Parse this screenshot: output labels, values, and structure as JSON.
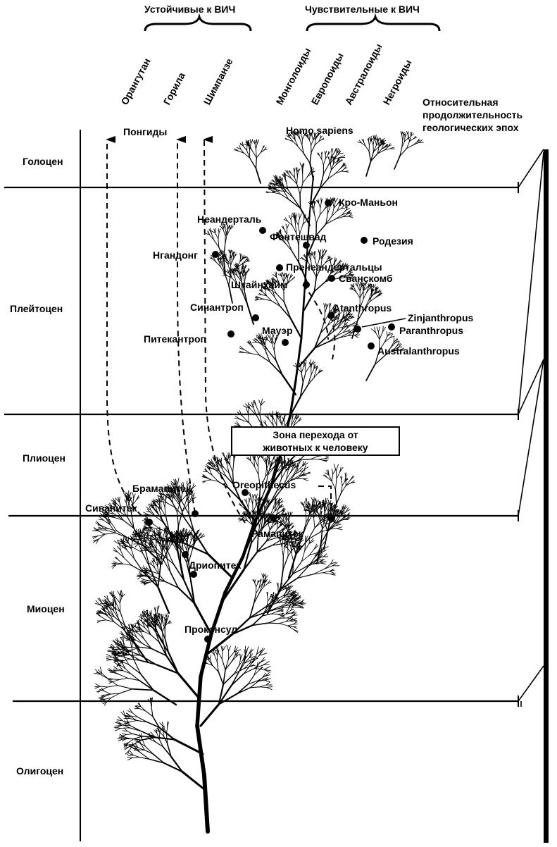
{
  "colors": {
    "ink": "#000000",
    "background": "#ffffff"
  },
  "groups": {
    "resistant": "Устойчивые к ВИЧ",
    "sensitive": "Чувствительные к ВИЧ"
  },
  "species": {
    "orangutan": "Орангутан",
    "gorilla": "Горила",
    "chimpanzee": "Шимпанзе",
    "mongoloids": "Монголоиды",
    "europoids": "Европоиды",
    "australoids": "Австралоиды",
    "negroids": "Негроиды"
  },
  "relative_duration": [
    "Относительная",
    "продолжительность",
    "геологических эпох"
  ],
  "pongids": "Понгиды",
  "homo_sapiens": "Homo sapiens",
  "epochs": {
    "holocene": "Голоцен",
    "pleistocene": "Плейтоцен",
    "pliocene": "Плиоцен",
    "miocene": "Миоцен",
    "oligocene": "Олигоцен"
  },
  "sites": {
    "cro_magnon": "Кро-Маньон",
    "neanderthal": "Неандерталь",
    "fontechevade": "Фонтешвад",
    "rhodesia": "Родезия",
    "ngandong": "Нгандонг",
    "preneanderthals": "Пренеандертальцы",
    "steinheim": "Штайнхайм",
    "swanscombe": "Сванскомб",
    "sinanthropus": "Синантроп",
    "atanthropus": "Atanthropus",
    "zinjanthropus": "Zinjanthropus",
    "paranthropus": "Paranthropus",
    "pithecanthropus": "Питекантроп",
    "mauer": "Мауэр",
    "australanthropus": "Australanthropus",
    "brahmapithecus": "Брамапитек",
    "oreopithecus": "Oreopithecus",
    "sivapithecus": "Сивапитек",
    "ramapithecus": "Рамапитек",
    "dryopithecus": "Дриопитек",
    "proconsul": "Проконсул"
  },
  "transition_zone": [
    "Зона перехода от",
    "животных к человеку"
  ]
}
